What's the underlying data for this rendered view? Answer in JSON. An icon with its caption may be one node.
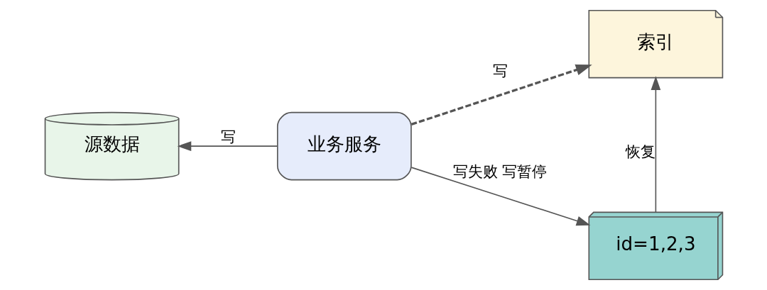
{
  "diagram": {
    "nodes": [
      {
        "text": [
          "源数据"
        ]
      },
      {
        "text": [
          "业务服务"
        ]
      },
      {
        "text": [
          "索引"
        ]
      },
      {
        "text": [
          "id=1,2,3"
        ]
      }
    ],
    "edges": [
      {
        "from": 1,
        "to": 0,
        "arrow": "to",
        "label": "写"
      },
      {
        "from": 1,
        "to": 2,
        "arrow": "to",
        "label": "写",
        "style": "dashed"
      },
      {
        "from": 1,
        "to": 3,
        "arrow": "to",
        "label": "写失败 写暂停"
      },
      {
        "from": 3,
        "to": 2,
        "arrow": "to",
        "label": "恢复"
      }
    ]
  }
}
